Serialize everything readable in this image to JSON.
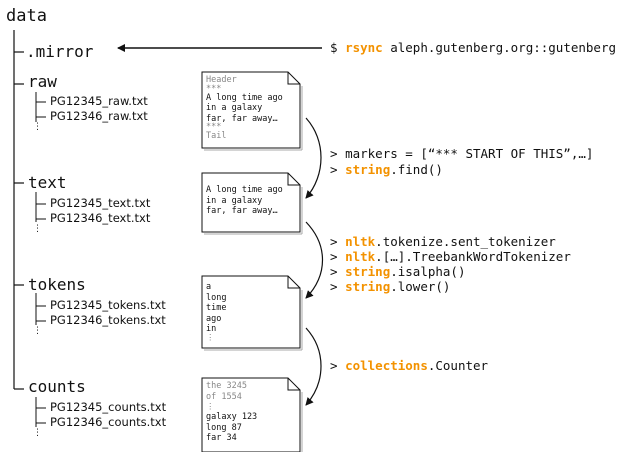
{
  "tree": {
    "root": "data",
    "folders": {
      "mirror": ".mirror",
      "raw": "raw",
      "text": "text",
      "tokens": "tokens",
      "counts": "counts"
    },
    "files": {
      "raw": [
        "PG12345_raw.txt",
        "PG12346_raw.txt"
      ],
      "text": [
        "PG12345_text.txt",
        "PG12346_text.txt"
      ],
      "tokens": [
        "PG12345_tokens.txt",
        "PG12346_tokens.txt"
      ],
      "counts": [
        "PG12345_counts.txt",
        "PG12346_counts.txt"
      ]
    },
    "ellipsis": "⋮"
  },
  "documents": {
    "raw": {
      "header": "Header",
      "marker_top": "***",
      "lines": [
        "A long time ago",
        "in a galaxy",
        "far, far away…"
      ],
      "marker_bottom": "***",
      "tail": "Tail"
    },
    "text": {
      "lines": [
        "A long time ago",
        "in a galaxy",
        "far, far away…"
      ]
    },
    "tokens": {
      "lines": [
        "a",
        "long",
        "time",
        "ago",
        "in"
      ],
      "more": "⋮"
    },
    "counts": {
      "summary": [
        "the 3245",
        "of 1554"
      ],
      "more": "⋮",
      "lines": [
        "galaxy 123",
        "long 87",
        "far 34"
      ]
    }
  },
  "commands": {
    "rsync": {
      "prompt": "$ ",
      "keyword": "rsync",
      "rest": " aleph.gutenberg.org::gutenberg"
    },
    "markers": {
      "prompt": "> ",
      "text": "markers = [“*** START OF THIS”,…]"
    },
    "find": {
      "prompt": "> ",
      "keyword": "string",
      "rest": ".find()"
    },
    "sent_tokenizer": {
      "prompt": "> ",
      "keyword": "nltk",
      "rest": ".tokenize.sent_tokenizer"
    },
    "word_tokenizer": {
      "prompt": "> ",
      "keyword": "nltk",
      "rest": ".[…].TreebankWordTokenizer"
    },
    "isalpha": {
      "prompt": "> ",
      "keyword": "string",
      "rest": ".isalpha()"
    },
    "lower": {
      "prompt": "> ",
      "keyword": "string",
      "rest": ".lower()"
    },
    "counter": {
      "prompt": "> ",
      "keyword": "collections",
      "rest": ".Counter"
    }
  },
  "colors": {
    "keyword": "#f39200",
    "ink": "#111111",
    "muted": "#888888"
  }
}
